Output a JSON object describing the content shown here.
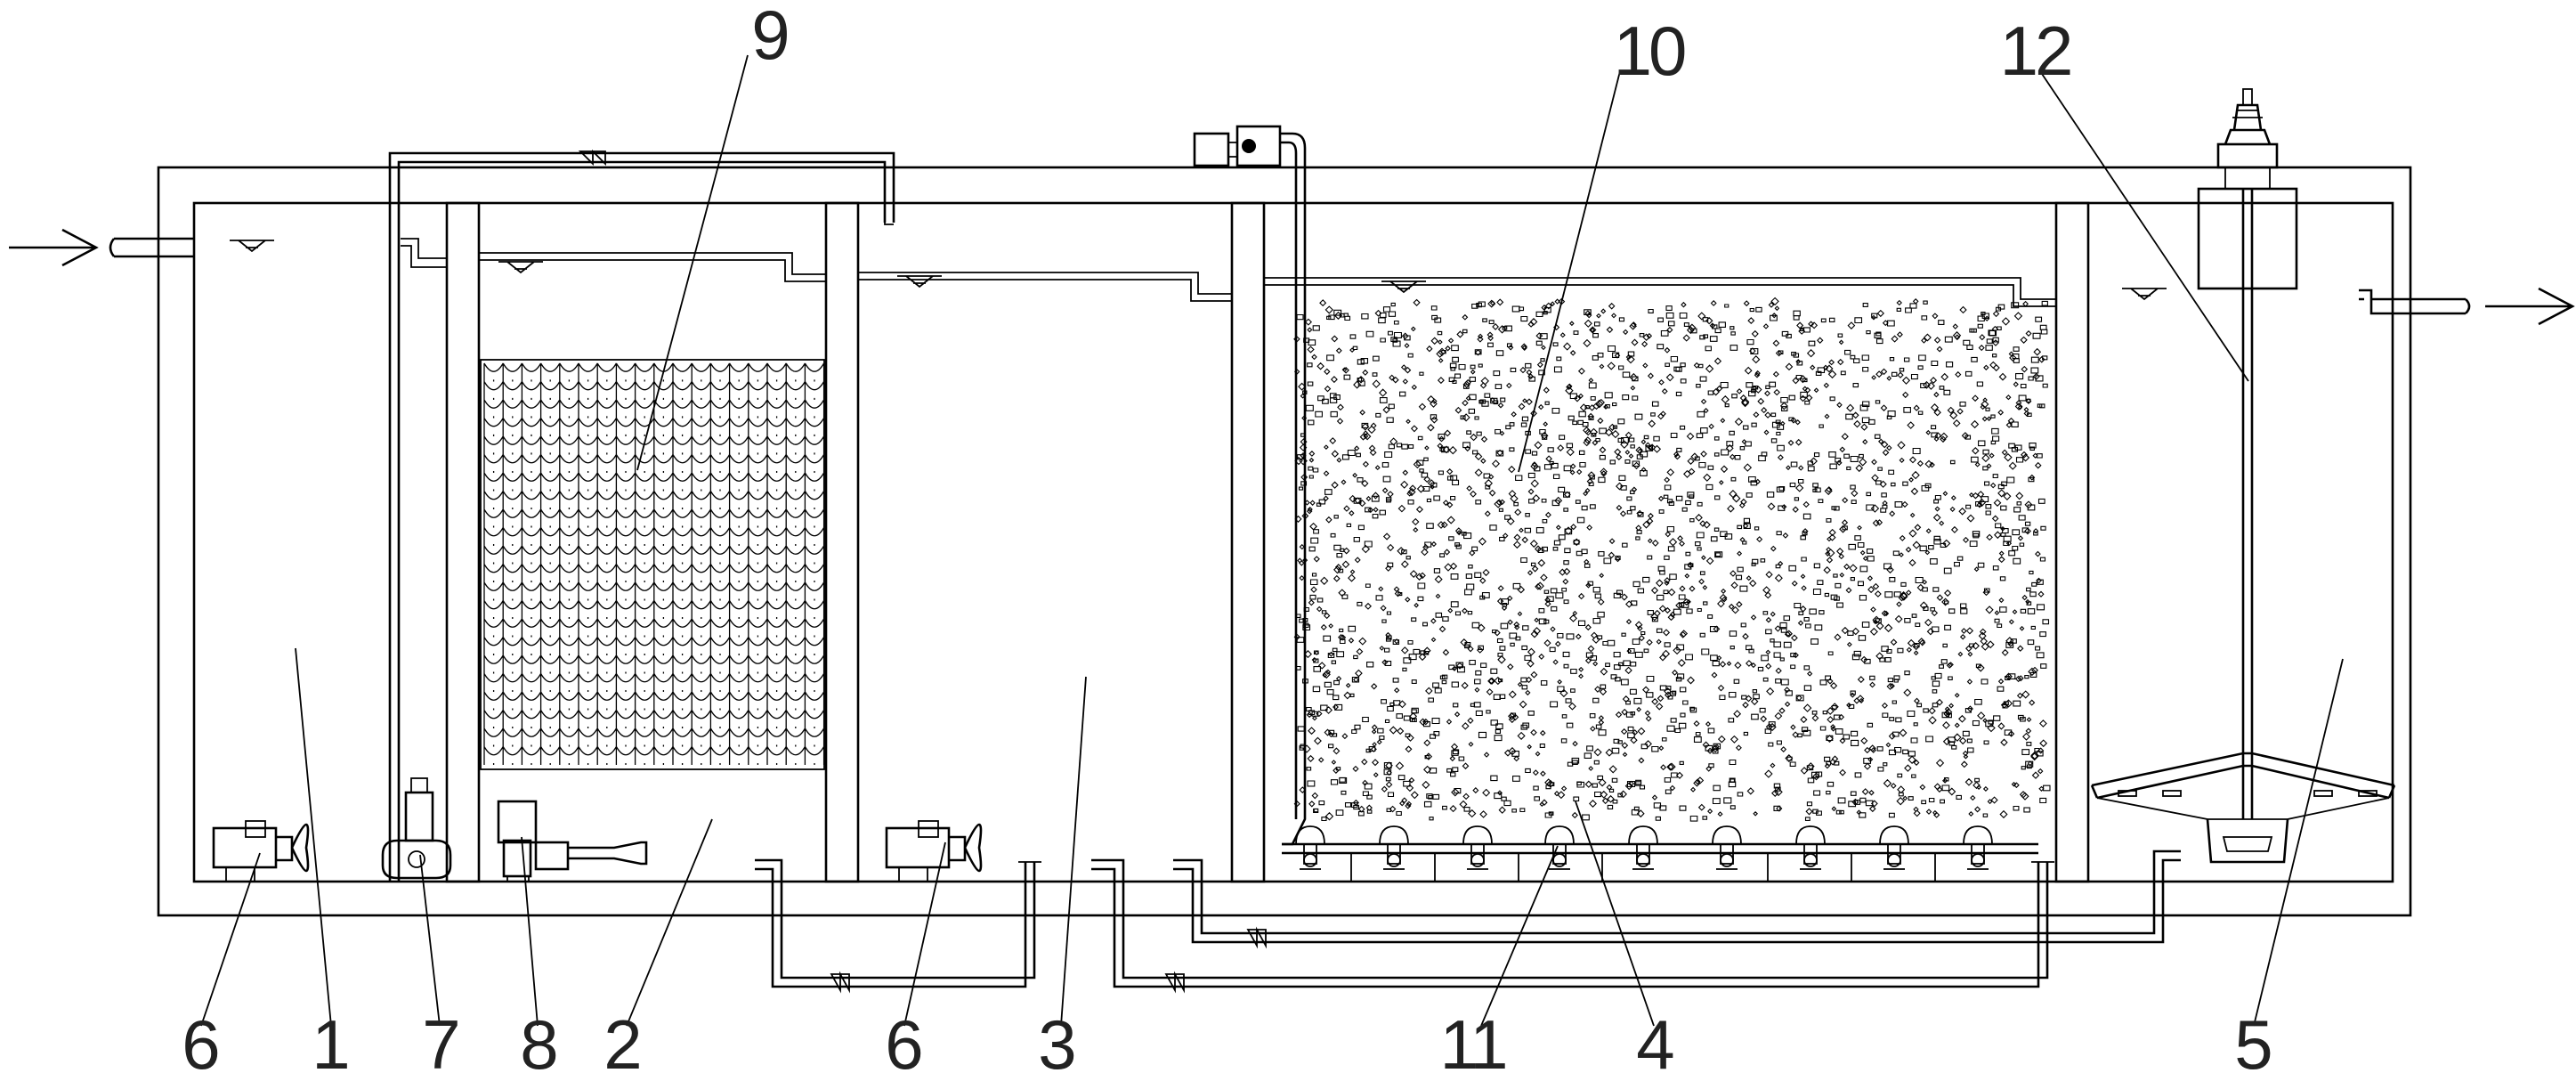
{
  "diagram": {
    "title": "",
    "labels": {
      "l1": "1",
      "l2": "2",
      "l3": "3",
      "l4": "4",
      "l5": "5",
      "l6a": "6",
      "l6b": "6",
      "l7": "7",
      "l8": "8",
      "l9": "9",
      "l10": "10",
      "l11": "11",
      "l12": "12"
    },
    "stroke_color": "#000000",
    "background_color": "#ffffff"
  }
}
